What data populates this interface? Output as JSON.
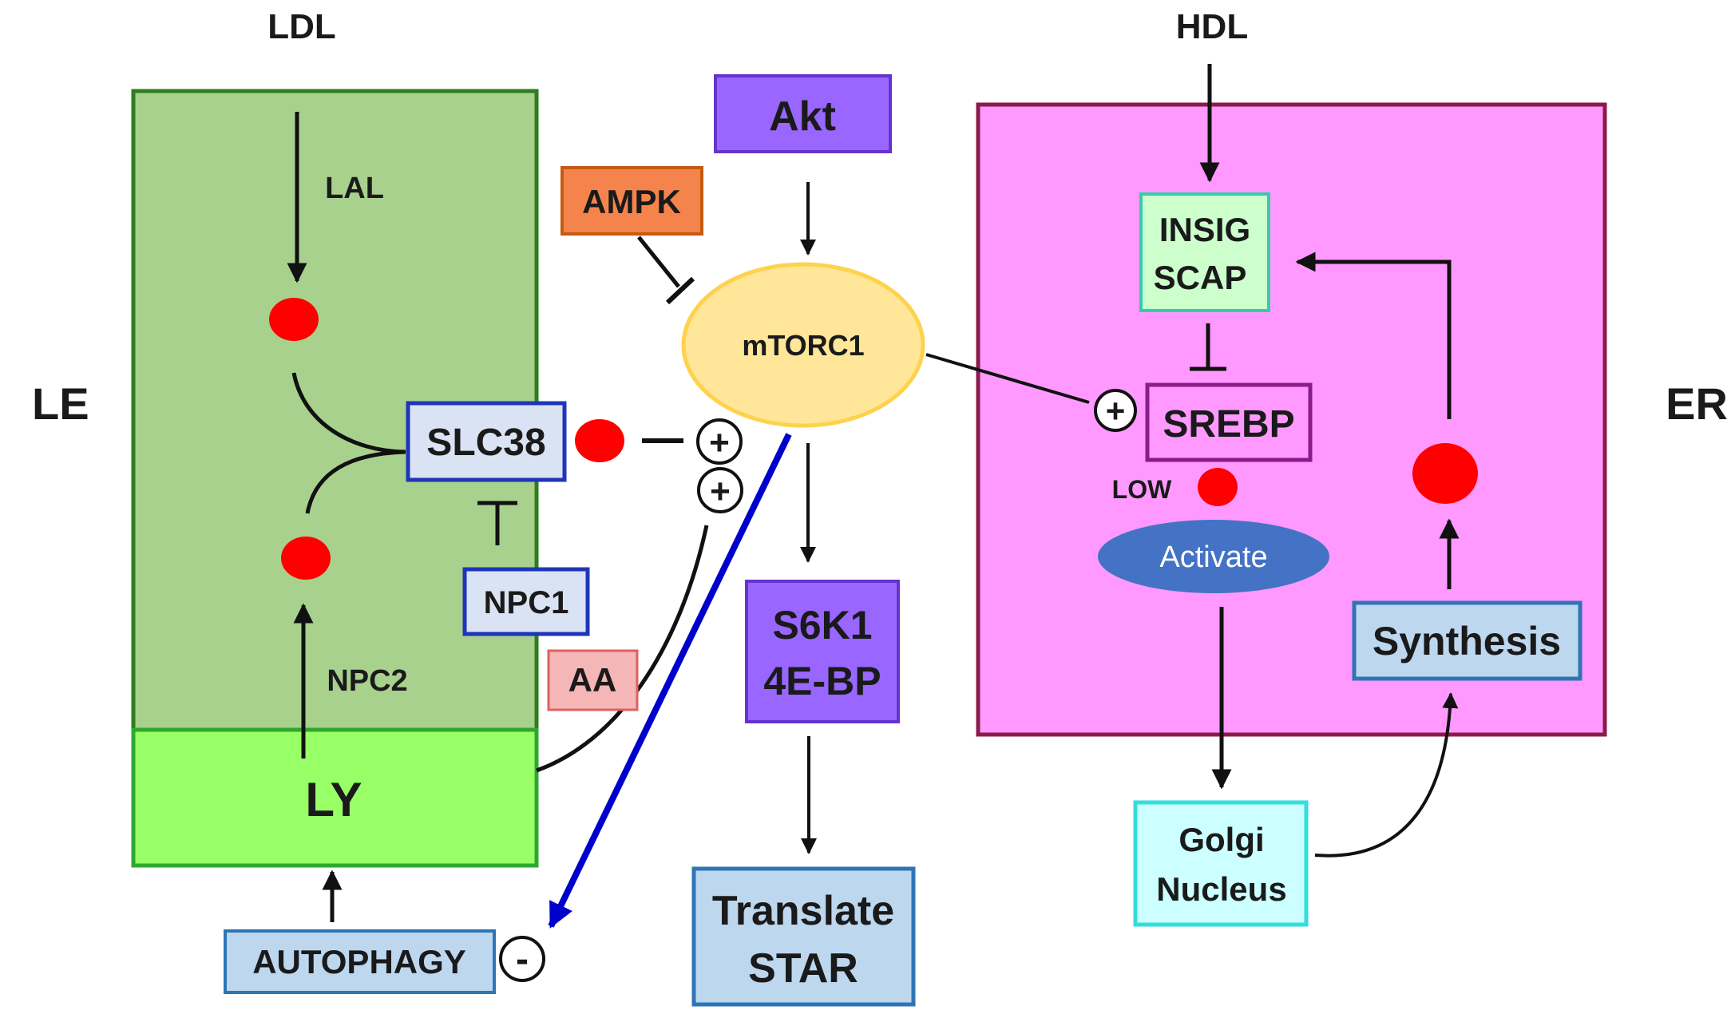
{
  "compartments": {
    "le": "LE",
    "ly": "LY",
    "er": "ER"
  },
  "inputs": {
    "ldl": "LDL",
    "hdl": "HDL"
  },
  "enzymes": {
    "lal": "LAL",
    "npc2": "NPC2",
    "low": "LOW"
  },
  "nodes": {
    "slc38": "SLC38",
    "npc1": "NPC1",
    "aa": "AA",
    "autophagy": "AUTOPHAGY",
    "ampk": "AMPK",
    "akt": "Akt",
    "mtorc1": "mTORC1",
    "s6k1": "S6K1",
    "fourebp": "4E-BP",
    "translate": "Translate",
    "star": "STAR",
    "insig": "INSIG",
    "scap": "SCAP",
    "srebp": "SREBP",
    "activate": "Activate",
    "golgi": "Golgi",
    "nucleus": "Nucleus",
    "synthesis": "Synthesis"
  },
  "signs": {
    "plus": "+",
    "minus": "-"
  },
  "colors": {
    "le_fill": "#a9d18e",
    "le_border": "#2e7d1e",
    "ly_fill": "#99ff66",
    "er_fill": "#ff99ff",
    "er_border": "#8b1a4a",
    "cholesterol": "#ff0000",
    "inhibition_arrow": "#0000cc",
    "mtorc1_fill": "#ffe699",
    "akt_fill": "#9966ff",
    "ampk_fill": "#f4844c",
    "activate_fill": "#4472c4"
  }
}
